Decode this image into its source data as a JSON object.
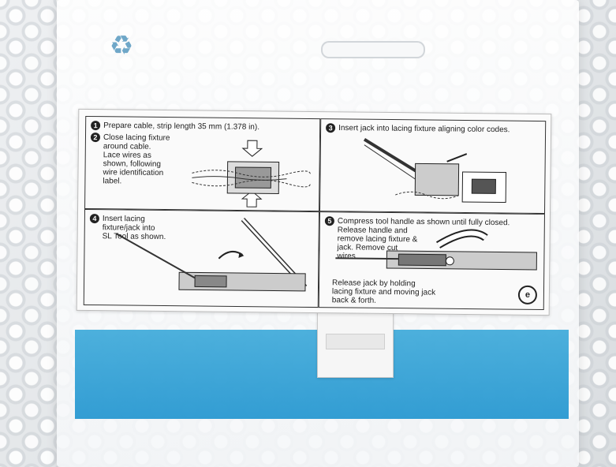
{
  "recycle_icon": "recycle-icon",
  "steps": [
    {
      "num": "1",
      "text": "Prepare cable, strip length 35 mm (1.378 in)."
    },
    {
      "num": "2",
      "lines": [
        "Close lacing fixture",
        "around cable.",
        "Lace wires as",
        "shown, following",
        "wire identification",
        "label."
      ]
    },
    {
      "num": "3",
      "text": "Insert jack into lacing fixture aligning color codes."
    },
    {
      "num": "4",
      "lines": [
        "Insert lacing",
        "fixture/jack into",
        "SL Tool as shown."
      ]
    },
    {
      "num": "5",
      "lines": [
        "Compress tool handle as shown until fully closed.",
        "Release handle and",
        "remove lacing fixture &",
        "jack. Remove cut",
        "wires."
      ]
    }
  ],
  "release_note": [
    "Release jack by holding",
    "lacing fixture and moving jack",
    "back & forth."
  ],
  "seal_mark": "e",
  "colors": {
    "band": "#1d93cf",
    "recycle": "#6fa7c8"
  }
}
